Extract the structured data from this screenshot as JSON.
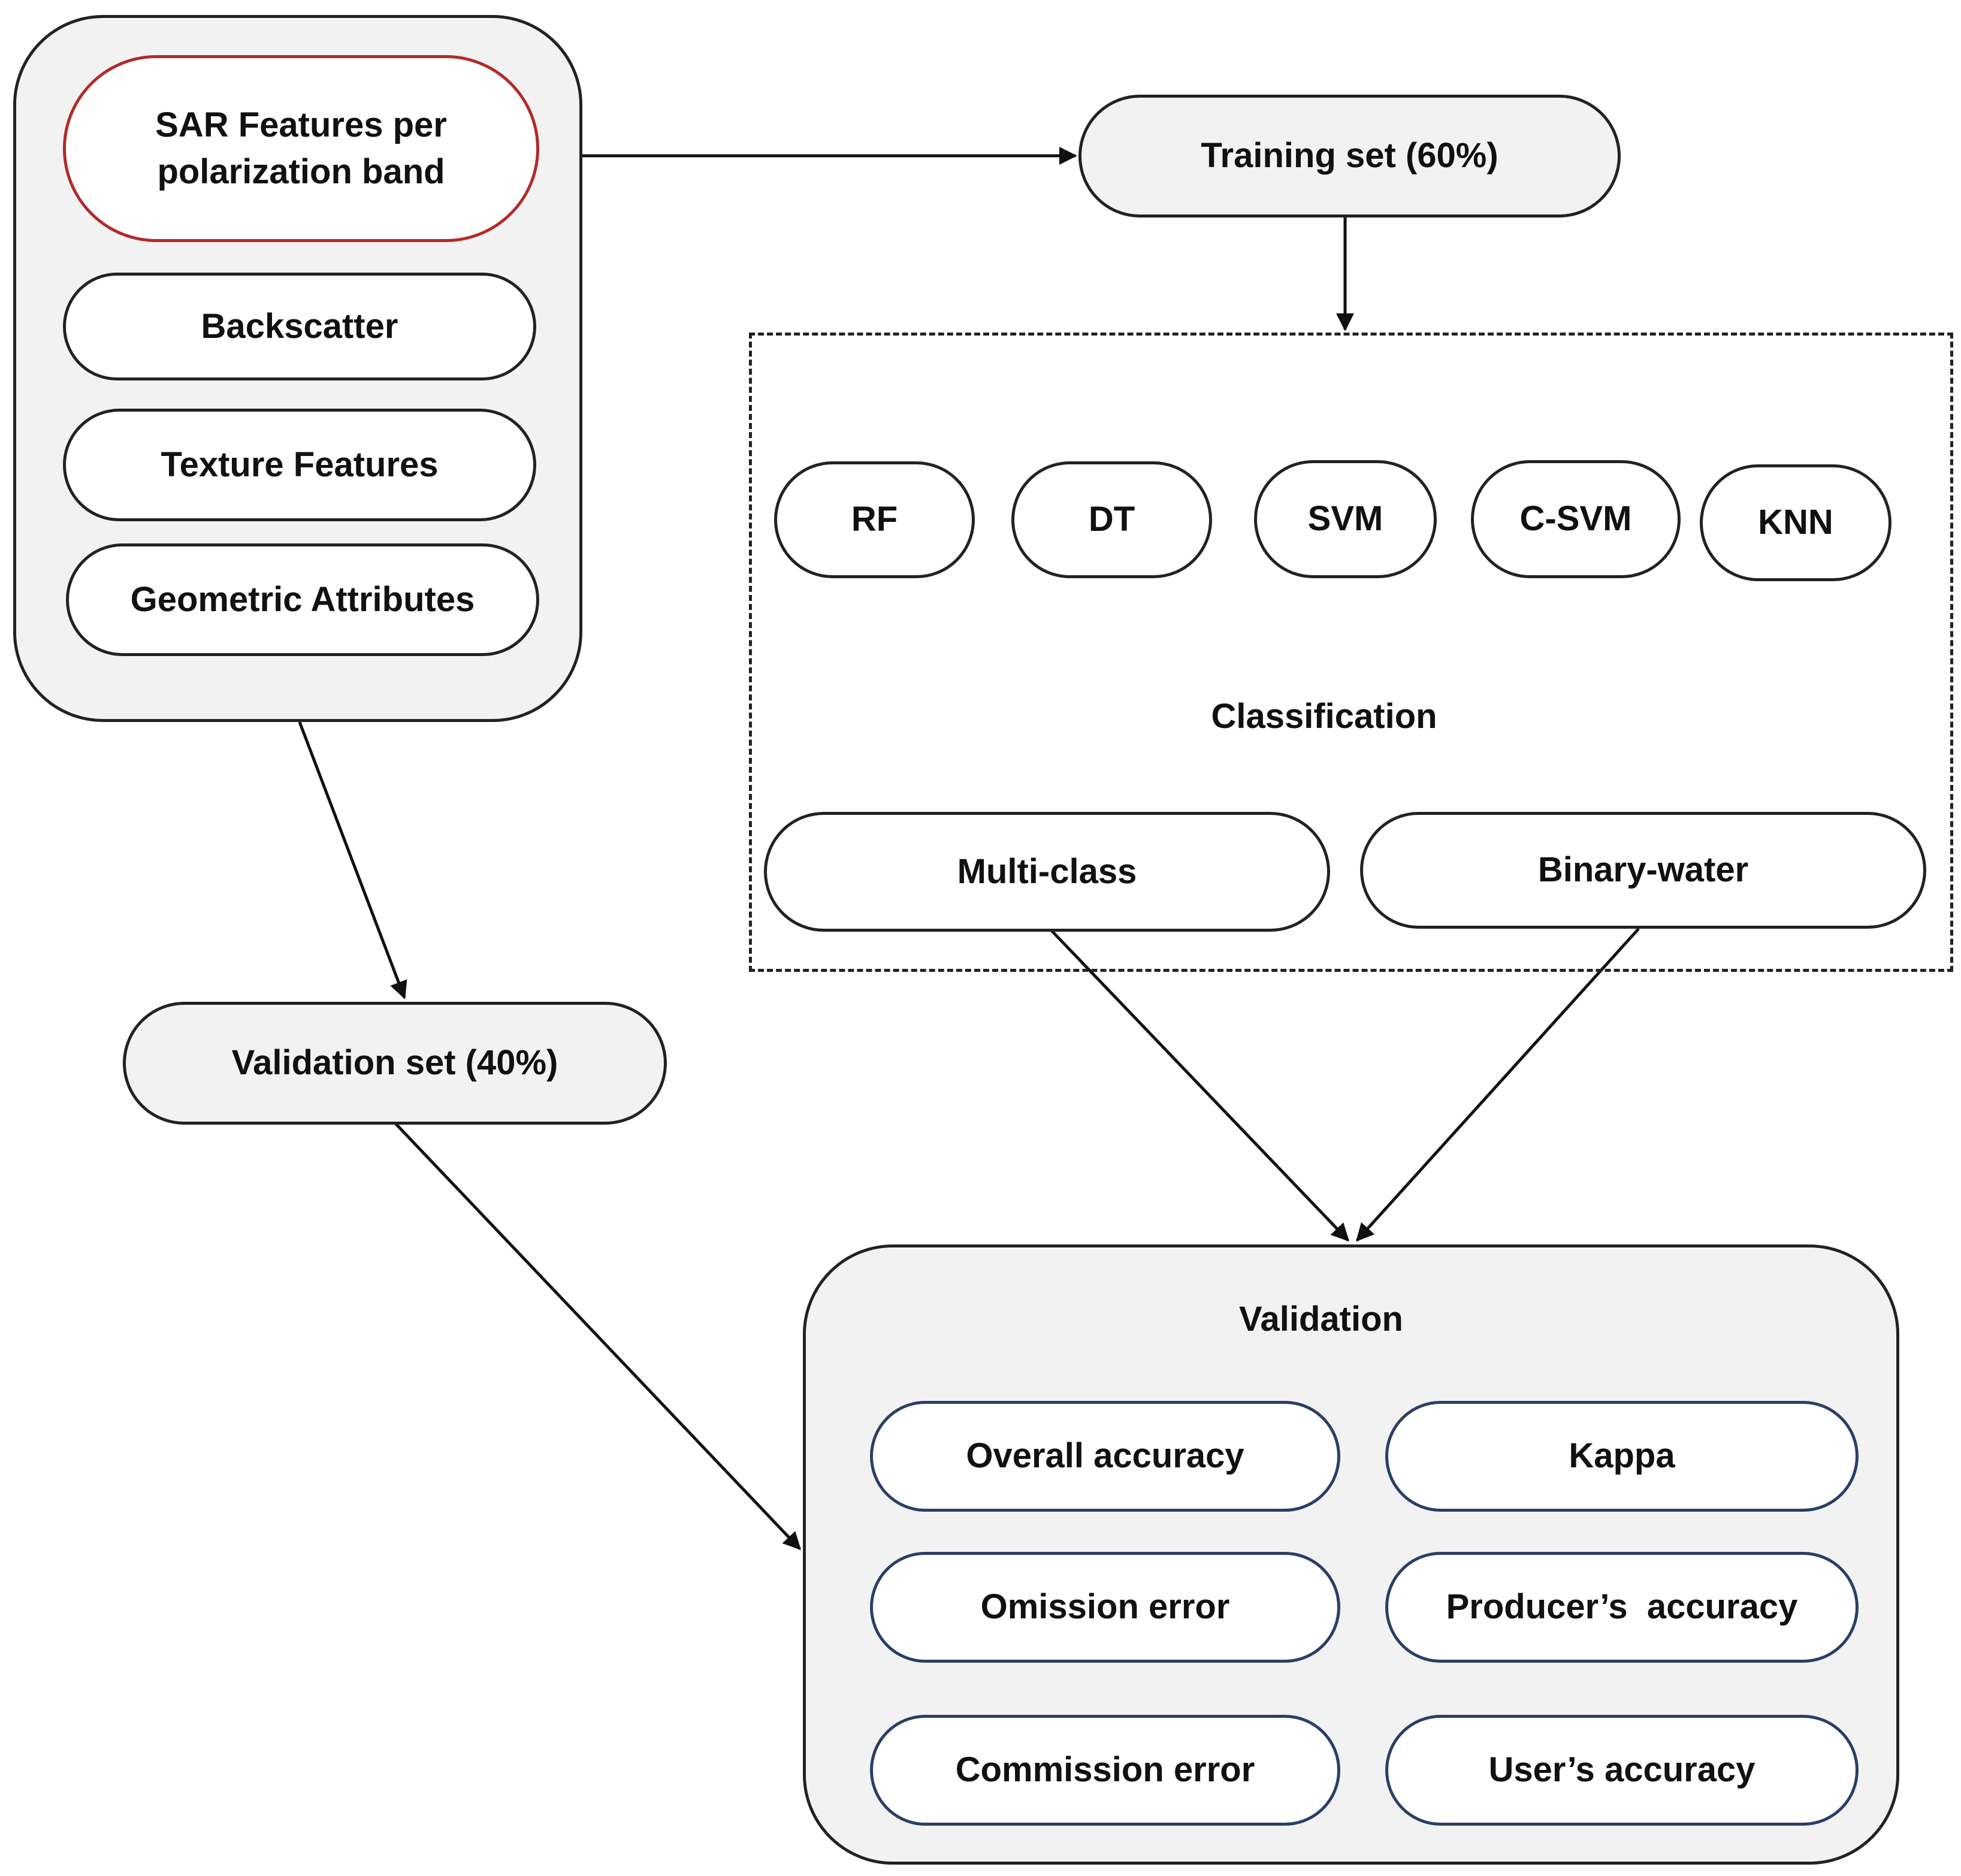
{
  "features": {
    "sar_features": "SAR Features per polarization band",
    "backscatter": "Backscatter",
    "texture": "Texture Features",
    "geometric": "Geometric Attributes"
  },
  "training_set": "Training set (60%)",
  "validation_set": "Validation set (40%)",
  "classification": {
    "title": "Classification",
    "algorithms": [
      "RF",
      "DT",
      "SVM",
      "C-SVM",
      "KNN"
    ],
    "modes": [
      "Multi-class",
      "Binary-water"
    ]
  },
  "validation": {
    "title": "Validation",
    "metrics": [
      "Overall accuracy",
      "Kappa",
      "Omission error",
      "Producer’s  accuracy",
      "Commission error",
      "User’s accuracy"
    ]
  }
}
